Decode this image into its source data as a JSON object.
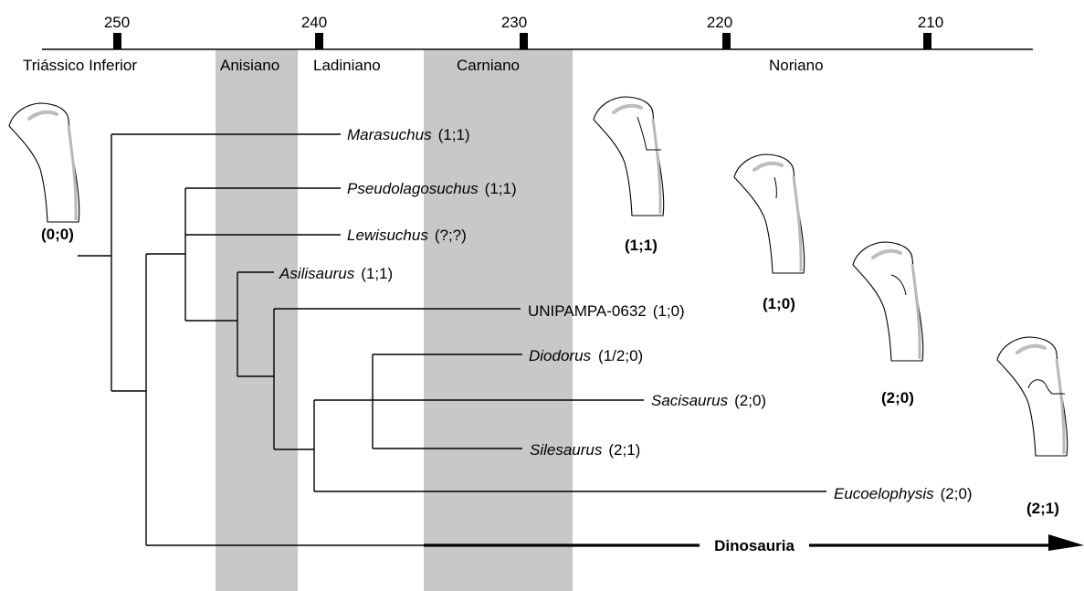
{
  "timescale": {
    "ticks": [
      "250",
      "240",
      "230",
      "220",
      "210"
    ],
    "stages": [
      {
        "id": "triassico-inferior",
        "label": "Triássico Inferior",
        "shaded": false
      },
      {
        "id": "anisiano",
        "label": "Anisiano",
        "shaded": true
      },
      {
        "id": "ladiniano",
        "label": "Ladiniano",
        "shaded": false
      },
      {
        "id": "carniano",
        "label": "Carniano",
        "shaded": true
      },
      {
        "id": "noriano",
        "label": "Noriano",
        "shaded": false
      }
    ]
  },
  "taxa": [
    {
      "id": "marasuchus",
      "name": "Marasuchus",
      "italic": true,
      "states": "(1;1)"
    },
    {
      "id": "pseudolagosuchus",
      "name": "Pseudolagosuchus",
      "italic": true,
      "states": "(1;1)"
    },
    {
      "id": "lewisuchus",
      "name": "Lewisuchus",
      "italic": true,
      "states": "(?;?)"
    },
    {
      "id": "asilisaurus",
      "name": "Asilisaurus",
      "italic": true,
      "states": "(1;1)"
    },
    {
      "id": "unipampa",
      "name": "UNIPAMPA-0632",
      "italic": false,
      "states": "(1;0)"
    },
    {
      "id": "diodorus",
      "name": "Diodorus",
      "italic": true,
      "states": "(1/2;0)"
    },
    {
      "id": "sacisaurus",
      "name": "Sacisaurus",
      "italic": true,
      "states": "(2;0)"
    },
    {
      "id": "silesaurus",
      "name": "Silesaurus",
      "italic": true,
      "states": "(2;1)"
    },
    {
      "id": "eucoelophysis",
      "name": "Eucoelophysis",
      "italic": true,
      "states": "(2;0)"
    }
  ],
  "clade_label": "Dinosauria",
  "teeth": [
    {
      "id": "tooth-00",
      "label": "(0;0)",
      "icon": "tooth-icon"
    },
    {
      "id": "tooth-11",
      "label": "(1;1)",
      "icon": "tooth-icon"
    },
    {
      "id": "tooth-10",
      "label": "(1;0)",
      "icon": "tooth-icon"
    },
    {
      "id": "tooth-20",
      "label": "(2;0)",
      "icon": "tooth-icon"
    },
    {
      "id": "tooth-21",
      "label": "(2;1)",
      "icon": "tooth-icon"
    }
  ],
  "colors": {
    "band": "#c8c8c8",
    "line": "#000000",
    "tooth_shade": "#bdbdbd"
  }
}
